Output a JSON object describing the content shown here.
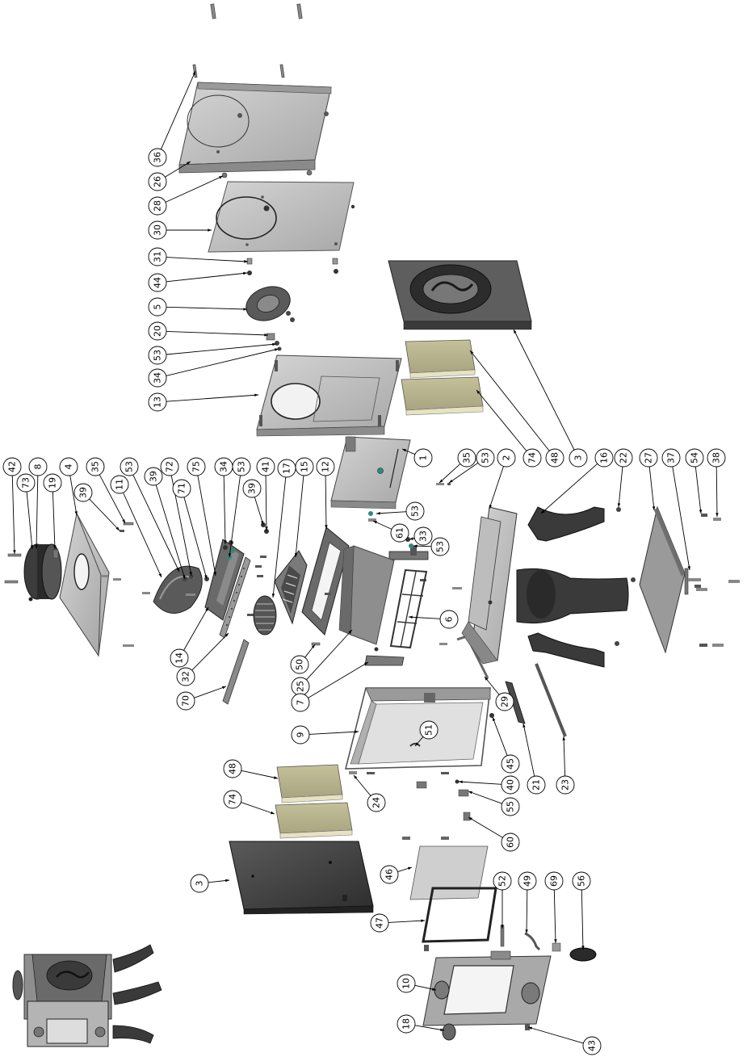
{
  "diagram": {
    "type": "exploded-parts-view",
    "subject": "wood-burning stove",
    "callouts": [
      {
        "id": "c36",
        "label": "36"
      },
      {
        "id": "c26",
        "label": "26"
      },
      {
        "id": "c28",
        "label": "28"
      },
      {
        "id": "c30",
        "label": "30"
      },
      {
        "id": "c31",
        "label": "31"
      },
      {
        "id": "c44",
        "label": "44"
      },
      {
        "id": "c5",
        "label": "5"
      },
      {
        "id": "c20",
        "label": "20"
      },
      {
        "id": "c53a",
        "label": "53"
      },
      {
        "id": "c34a",
        "label": "34"
      },
      {
        "id": "c13",
        "label": "13"
      },
      {
        "id": "c42",
        "label": "42"
      },
      {
        "id": "c8",
        "label": "8"
      },
      {
        "id": "c73",
        "label": "73"
      },
      {
        "id": "c19",
        "label": "19"
      },
      {
        "id": "c4",
        "label": "4"
      },
      {
        "id": "c35a",
        "label": "35"
      },
      {
        "id": "c39a",
        "label": "39"
      },
      {
        "id": "c11",
        "label": "11"
      },
      {
        "id": "c53b",
        "label": "53"
      },
      {
        "id": "c39b",
        "label": "39"
      },
      {
        "id": "c72",
        "label": "72"
      },
      {
        "id": "c71",
        "label": "71"
      },
      {
        "id": "c75",
        "label": "75"
      },
      {
        "id": "c34b",
        "label": "34"
      },
      {
        "id": "c53c",
        "label": "53"
      },
      {
        "id": "c39c",
        "label": "39"
      },
      {
        "id": "c41",
        "label": "41"
      },
      {
        "id": "c17",
        "label": "17"
      },
      {
        "id": "c15",
        "label": "15"
      },
      {
        "id": "c12",
        "label": "12"
      },
      {
        "id": "c1",
        "label": "1"
      },
      {
        "id": "c53d",
        "label": "53"
      },
      {
        "id": "c61",
        "label": "61"
      },
      {
        "id": "c33",
        "label": "33"
      },
      {
        "id": "c53e",
        "label": "53"
      },
      {
        "id": "c35b",
        "label": "35"
      },
      {
        "id": "c53f",
        "label": "53"
      },
      {
        "id": "c2",
        "label": "2"
      },
      {
        "id": "c16",
        "label": "16"
      },
      {
        "id": "c22",
        "label": "22"
      },
      {
        "id": "c27",
        "label": "27"
      },
      {
        "id": "c37",
        "label": "37"
      },
      {
        "id": "c54",
        "label": "54"
      },
      {
        "id": "c38",
        "label": "38"
      },
      {
        "id": "c48a",
        "label": "48"
      },
      {
        "id": "c74a",
        "label": "74"
      },
      {
        "id": "c3a",
        "label": "3"
      },
      {
        "id": "c14",
        "label": "14"
      },
      {
        "id": "c32",
        "label": "32"
      },
      {
        "id": "c70",
        "label": "70"
      },
      {
        "id": "c50",
        "label": "50"
      },
      {
        "id": "c25",
        "label": "25"
      },
      {
        "id": "c7",
        "label": "7"
      },
      {
        "id": "c6",
        "label": "6"
      },
      {
        "id": "c29",
        "label": "29"
      },
      {
        "id": "c9",
        "label": "9"
      },
      {
        "id": "c51",
        "label": "51"
      },
      {
        "id": "c45",
        "label": "45"
      },
      {
        "id": "c21",
        "label": "21"
      },
      {
        "id": "c23",
        "label": "23"
      },
      {
        "id": "c48b",
        "label": "48"
      },
      {
        "id": "c74b",
        "label": "74"
      },
      {
        "id": "c24",
        "label": "24"
      },
      {
        "id": "c40",
        "label": "40"
      },
      {
        "id": "c55",
        "label": "55"
      },
      {
        "id": "c60",
        "label": "60"
      },
      {
        "id": "c3b",
        "label": "3"
      },
      {
        "id": "c46",
        "label": "46"
      },
      {
        "id": "c47",
        "label": "47"
      },
      {
        "id": "c52",
        "label": "52"
      },
      {
        "id": "c49",
        "label": "49"
      },
      {
        "id": "c69",
        "label": "69"
      },
      {
        "id": "c56",
        "label": "56"
      },
      {
        "id": "c10",
        "label": "10"
      },
      {
        "id": "c18",
        "label": "18"
      },
      {
        "id": "c43",
        "label": "43"
      }
    ],
    "colors": {
      "metal_light": "#c8c8c8",
      "metal_mid": "#a6a6a6",
      "metal_dark": "#6e6e6e",
      "cast_iron": "#4a4a4a",
      "firebrick": "#b8b48e",
      "firebrick_edge": "#e6e2c2",
      "glass": "#d8d8d8",
      "line": "#000000"
    }
  }
}
